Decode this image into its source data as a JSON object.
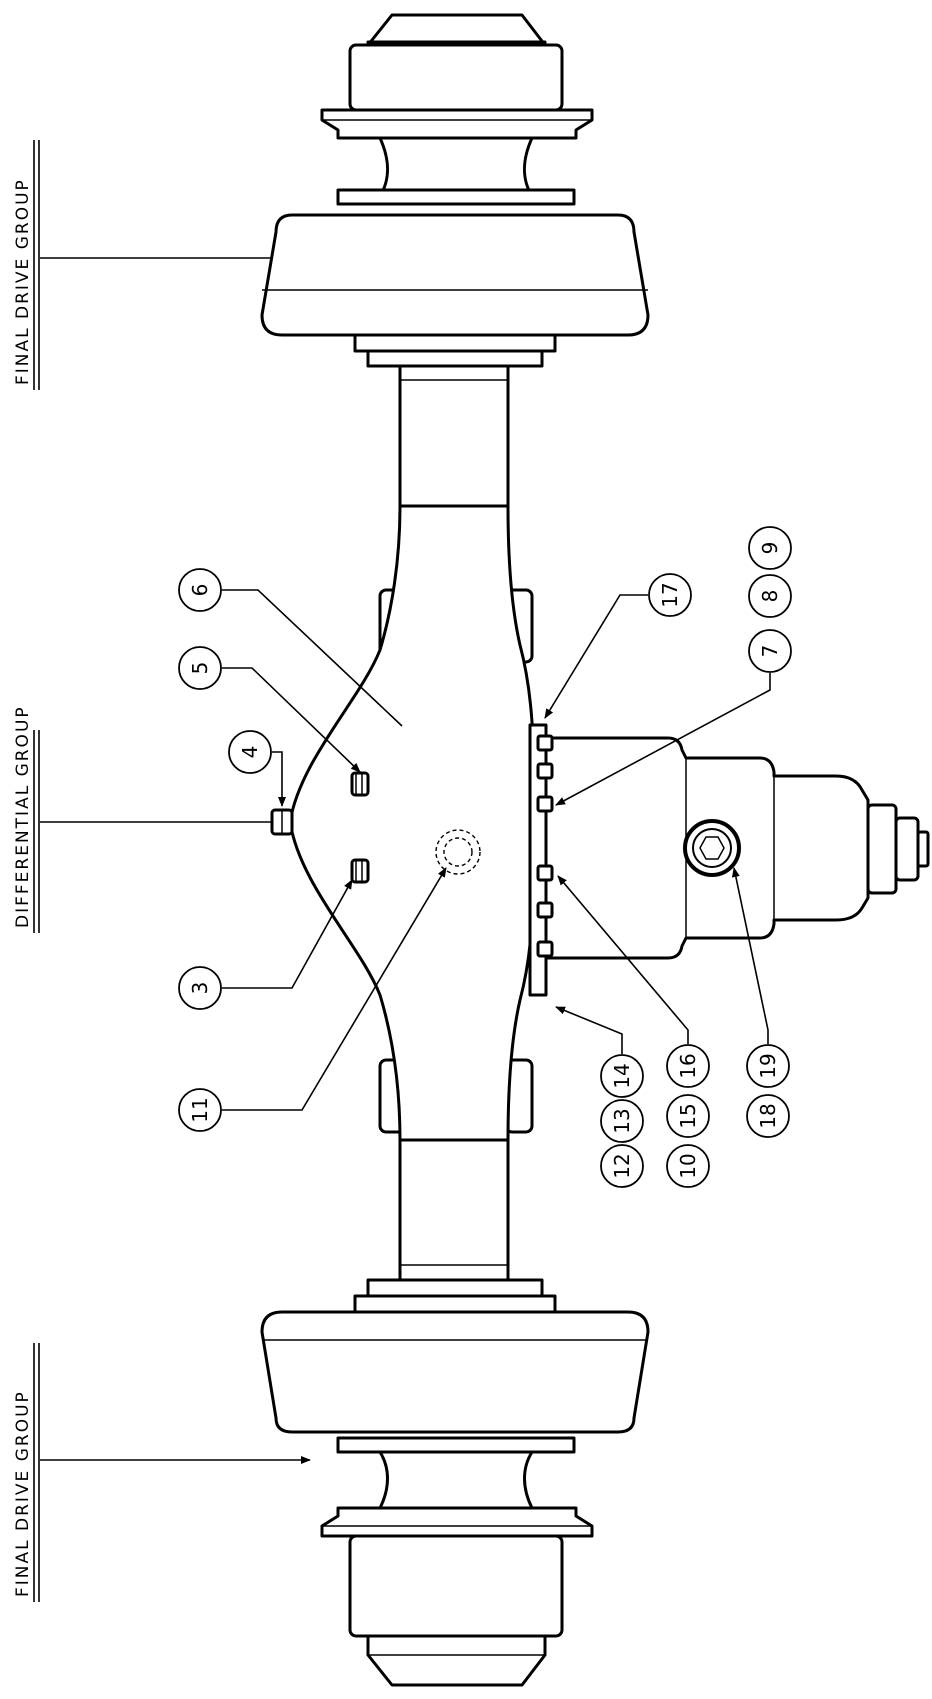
{
  "groups": {
    "final_drive_top": "FINAL  DRIVE  GROUP",
    "differential": "DIFFERENTIAL GROUP",
    "final_drive_bottom": "FINAL  DRIVE  GROUP"
  },
  "callouts": {
    "c3": "3",
    "c4": "4",
    "c5": "5",
    "c6": "6",
    "c7": "7",
    "c8": "8",
    "c9": "9",
    "c10": "10",
    "c11": "11",
    "c12": "12",
    "c13": "13",
    "c14": "14",
    "c15": "15",
    "c16": "16",
    "c17": "17",
    "c18": "18",
    "c19": "19"
  }
}
